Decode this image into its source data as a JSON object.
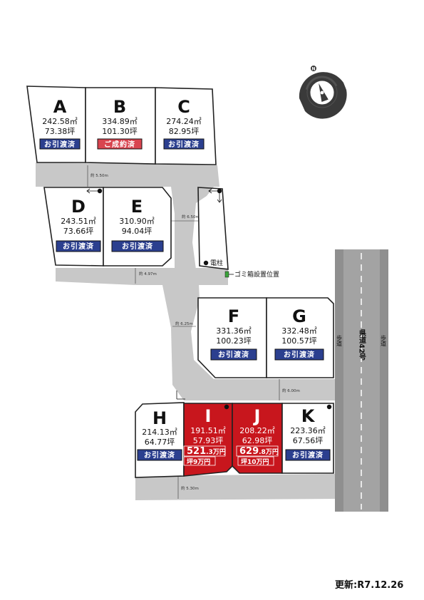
{
  "lots": [
    {
      "id": "A",
      "area_sqm": "242.58㎡",
      "area_tsubo": "73.38坪",
      "status": "お引渡済",
      "status_color": "#2b3f8f"
    },
    {
      "id": "B",
      "area_sqm": "334.89㎡",
      "area_tsubo": "101.30坪",
      "status": "ご成約済",
      "status_color": "#d9444f"
    },
    {
      "id": "C",
      "area_sqm": "274.24㎡",
      "area_tsubo": "82.95坪",
      "status": "お引渡済",
      "status_color": "#2b3f8f"
    },
    {
      "id": "D",
      "area_sqm": "243.51㎡",
      "area_tsubo": "73.66坪",
      "status": "お引渡済",
      "status_color": "#2b3f8f"
    },
    {
      "id": "E",
      "area_sqm": "310.90㎡",
      "area_tsubo": "94.04坪",
      "status": "お引渡済",
      "status_color": "#2b3f8f"
    },
    {
      "id": "F",
      "area_sqm": "331.36㎡",
      "area_tsubo": "100.23坪",
      "status": "お引渡済",
      "status_color": "#2b3f8f"
    },
    {
      "id": "G",
      "area_sqm": "332.48㎡",
      "area_tsubo": "100.57坪",
      "status": "お引渡済",
      "status_color": "#2b3f8f"
    },
    {
      "id": "H",
      "area_sqm": "214.13㎡",
      "area_tsubo": "64.77坪",
      "status": "お引渡済",
      "status_color": "#2b3f8f"
    },
    {
      "id": "I",
      "area_sqm": "191.51㎡",
      "area_tsubo": "57.93坪",
      "price_main": "521",
      "price_decimal": ".3万円",
      "price_per_tsubo": "坪9万円",
      "for_sale": true,
      "fill_color": "#c8161d"
    },
    {
      "id": "J",
      "area_sqm": "208.22㎡",
      "area_tsubo": "62.98坪",
      "price_main": "629",
      "price_decimal": ".8万円",
      "price_per_tsubo": "坪10万円",
      "for_sale": true,
      "fill_color": "#c8161d"
    },
    {
      "id": "K",
      "area_sqm": "223.36㎡",
      "area_tsubo": "67.56坪",
      "status": "お引渡済",
      "status_color": "#2b3f8f"
    }
  ],
  "road_widths": {
    "top": "約 5.50m",
    "middle_top": "約 6.50m",
    "middle_left": "約 4.97m",
    "center": "約 6.25m",
    "lower": "約 6.00m",
    "bottom": "約 5.30m"
  },
  "labels": {
    "utility_pole": "電柱",
    "garbage": "ゴミ箱設置位置",
    "sidewalk_left": "歩道",
    "sidewalk_right": "歩道",
    "prefectural_road": "県道42号"
  },
  "update_text": "更新:R7.12.26",
  "compass_icon": "compass-icon",
  "colors": {
    "road": "#c8c8c8",
    "highway": "#8f8f8f",
    "sold_badge": "#2b3f8f",
    "contracted_badge": "#d9444f",
    "for_sale_lot": "#c8161d",
    "garbage_marker": "#3aa33a"
  }
}
